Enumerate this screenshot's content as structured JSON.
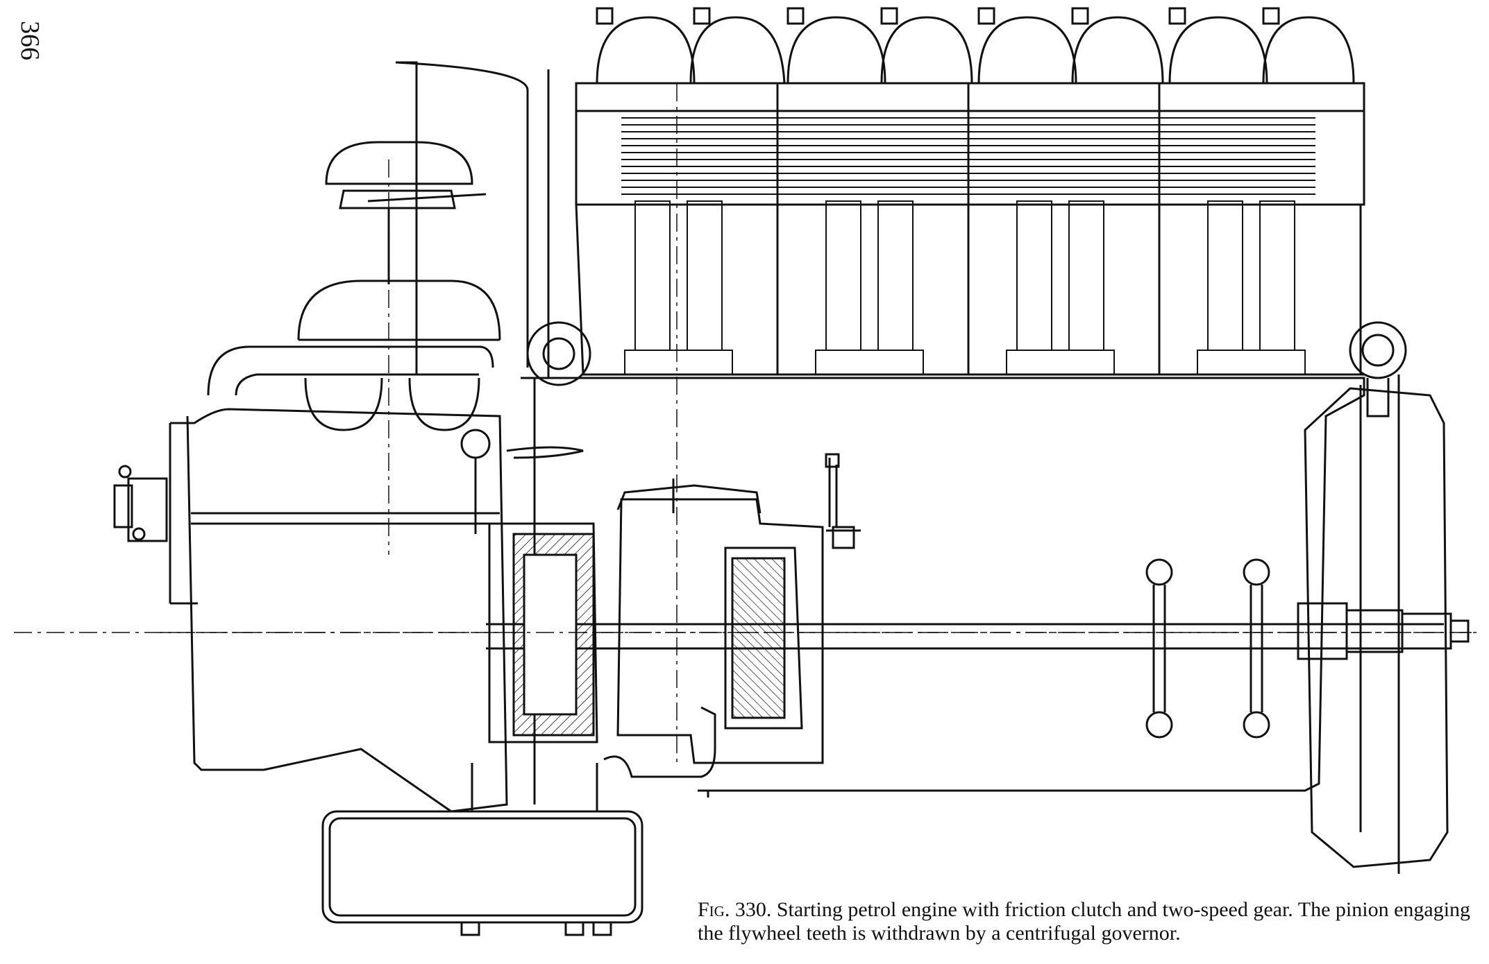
{
  "page": {
    "number": "366"
  },
  "figure": {
    "label": "Fig. 330.",
    "caption": "Starting petrol engine with friction clutch and two-speed gear. The pinion engaging the flywheel teeth is withdrawn by a centrifugal governor."
  },
  "colors": {
    "ink": "#111111",
    "paper": "#ffffff"
  }
}
